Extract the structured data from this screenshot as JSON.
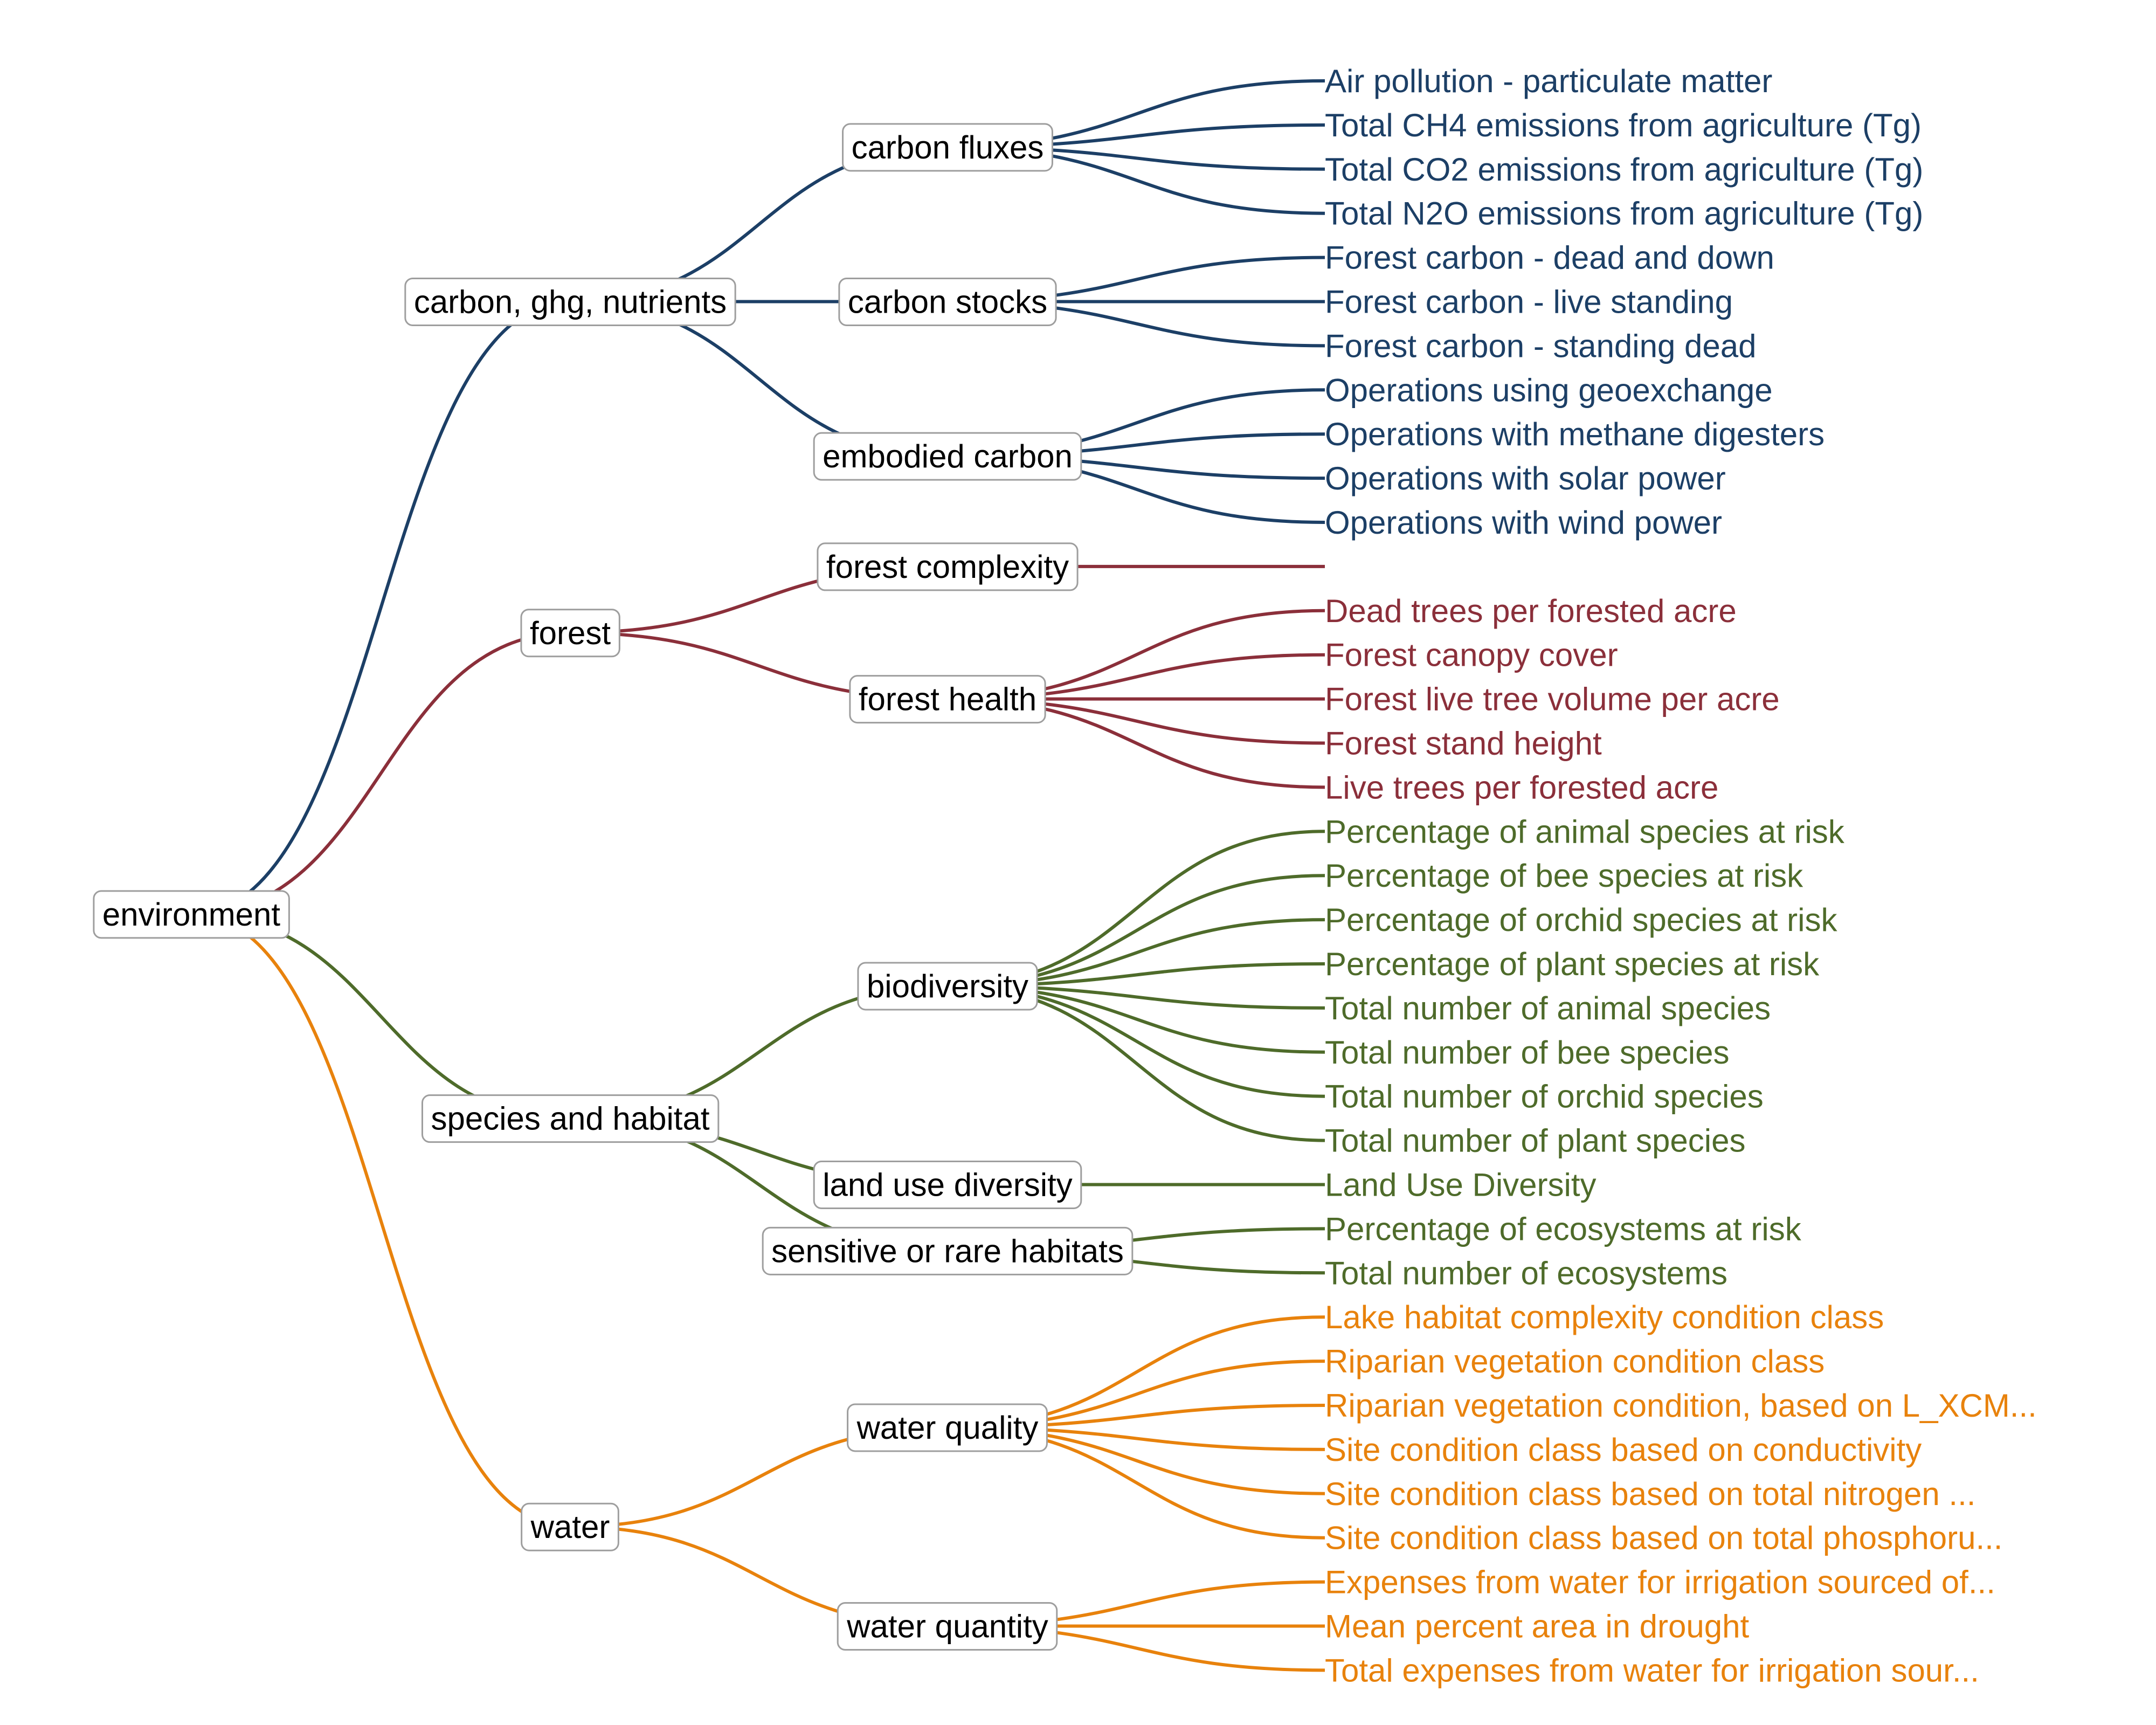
{
  "tree": {
    "root": {
      "label": "environment"
    },
    "domains": [
      {
        "label": "carbon, ghg, nutrients",
        "color": "#1c3f66",
        "subdomains": [
          {
            "label": "carbon fluxes",
            "leaves": [
              "Air pollution - particulate matter",
              "Total CH4 emissions from agriculture (Tg)",
              "Total CO2 emissions from agriculture (Tg)",
              "Total N2O emissions from agriculture (Tg)"
            ]
          },
          {
            "label": "carbon stocks",
            "leaves": [
              "Forest carbon - dead and down",
              "Forest carbon - live standing",
              "Forest carbon - standing dead"
            ]
          },
          {
            "label": "embodied carbon",
            "leaves": [
              "Operations using geoexchange",
              "Operations with methane digesters",
              "Operations with solar power",
              "Operations with wind power"
            ]
          }
        ]
      },
      {
        "label": "forest",
        "color": "#8b2f3a",
        "subdomains": [
          {
            "label": "forest complexity",
            "leaves": [
              ""
            ]
          },
          {
            "label": "forest health",
            "leaves": [
              "Dead trees per forested acre",
              "Forest canopy cover",
              "Forest live tree volume per acre",
              "Forest stand height",
              "Live trees per forested acre"
            ]
          }
        ]
      },
      {
        "label": "species and habitat",
        "color": "#4e6b2a",
        "subdomains": [
          {
            "label": "biodiversity",
            "leaves": [
              "Percentage of animal species at risk",
              "Percentage of bee species at risk",
              "Percentage of orchid species at risk",
              "Percentage of plant species at risk",
              "Total number of animal species",
              "Total number of bee species",
              "Total number of orchid species",
              "Total number of plant species"
            ]
          },
          {
            "label": "land use diversity",
            "leaves": [
              "Land Use Diversity"
            ]
          },
          {
            "label": "sensitive or rare habitats",
            "leaves": [
              "Percentage of ecosystems at risk",
              "Total number of ecosystems"
            ]
          }
        ]
      },
      {
        "label": "water",
        "color": "#e8820c",
        "subdomains": [
          {
            "label": "water quality",
            "leaves": [
              "Lake habitat complexity condition class",
              "Riparian vegetation condition class",
              "Riparian vegetation condition, based on L_XCM...",
              "Site condition class based on conductivity",
              "Site condition class based on total nitrogen ...",
              "Site condition class based on total phosphoru..."
            ]
          },
          {
            "label": "water quantity",
            "leaves": [
              "Expenses from water for irrigation sourced of...",
              "Mean percent area in drought",
              "Total expenses from water for irrigation sour..."
            ]
          }
        ]
      }
    ]
  }
}
